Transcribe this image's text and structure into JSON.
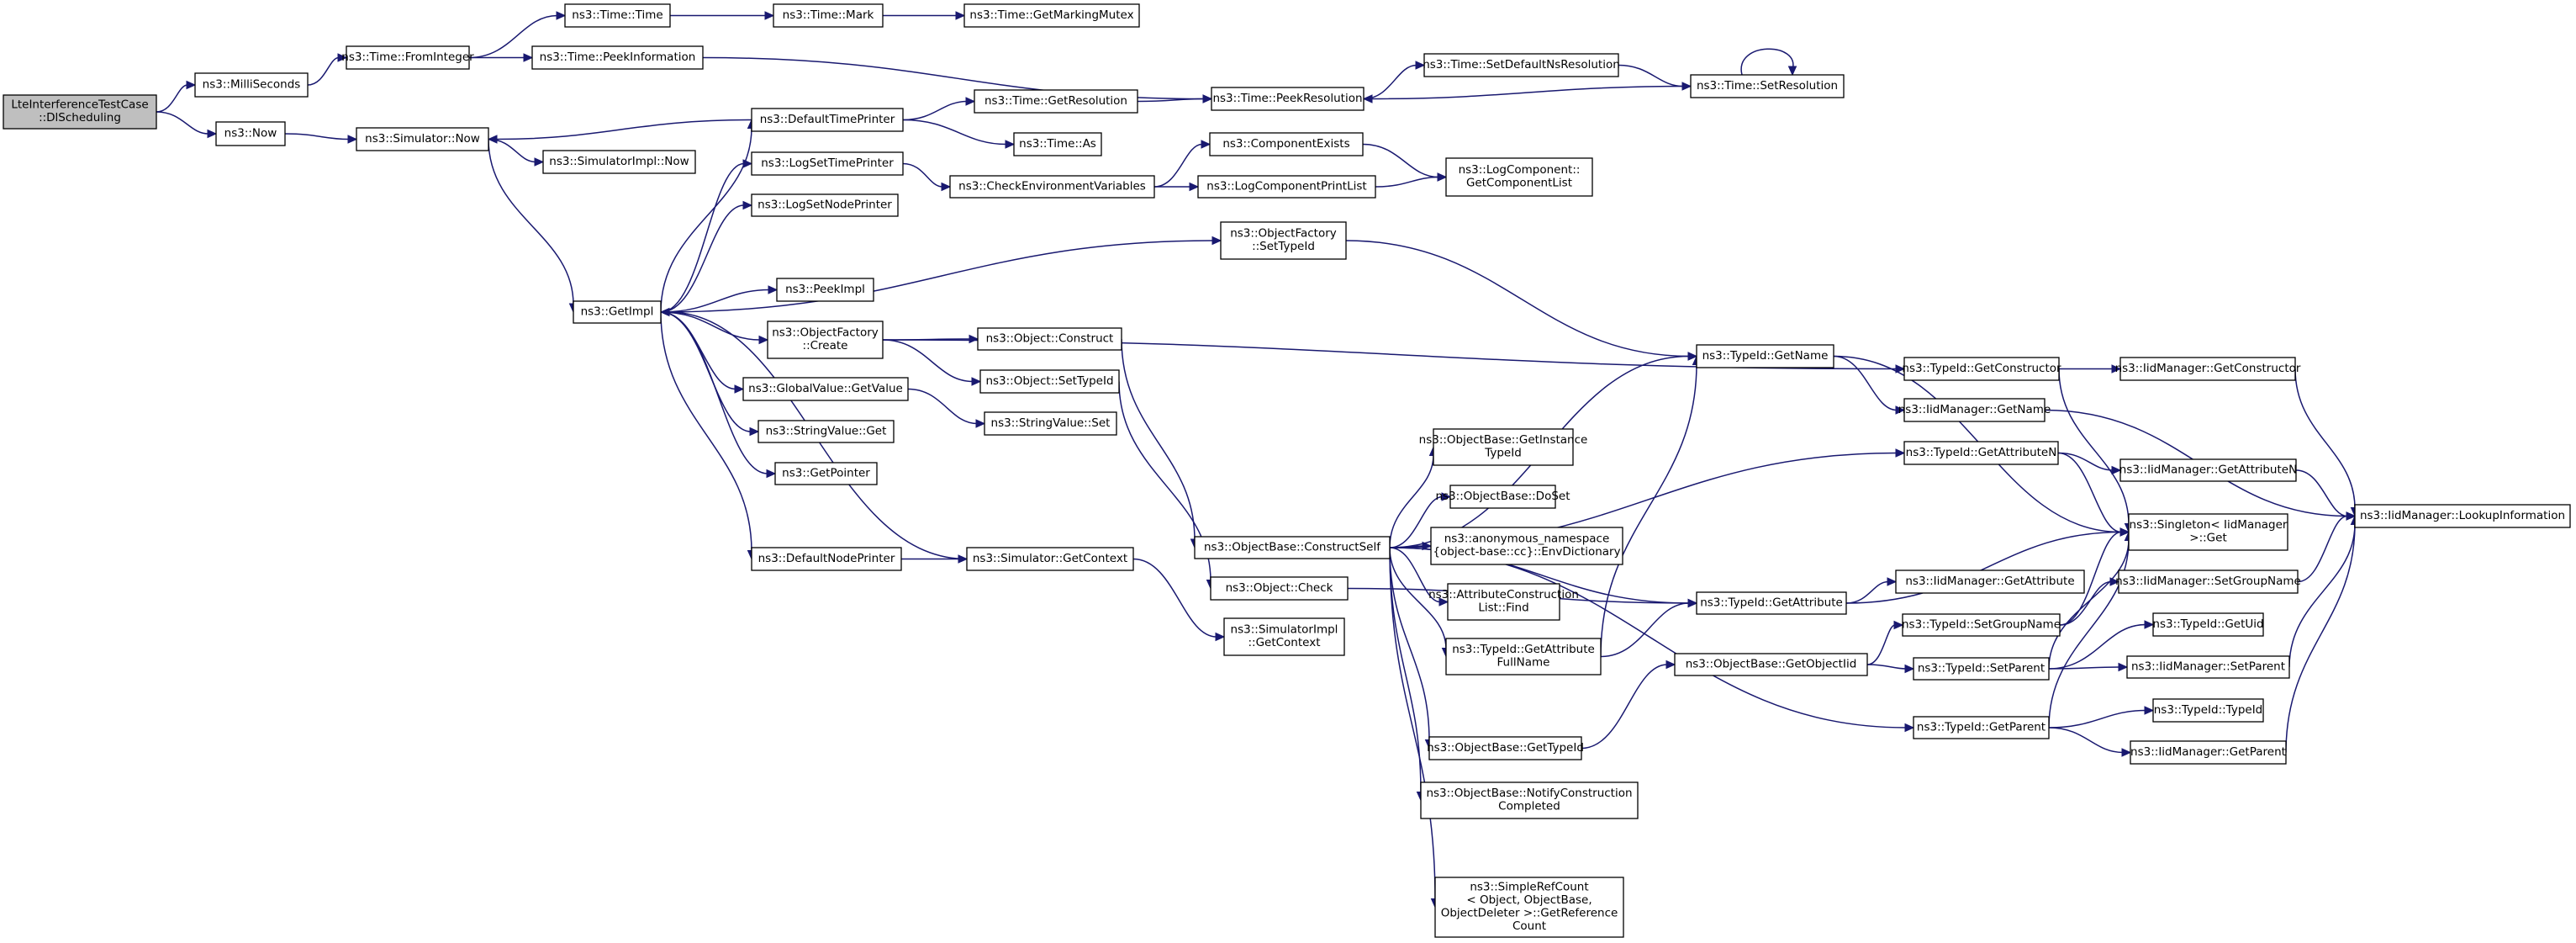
{
  "diagram": {
    "colors": {
      "edge": "#191970",
      "root_fill": "#bfbfbf",
      "node_fill": "#ffffff",
      "node_border": "#000000"
    },
    "nodes": [
      {
        "id": "lte",
        "lines": [
          "LteInterferenceTestCase",
          "::DlScheduling"
        ],
        "root": true
      },
      {
        "id": "milli",
        "lines": [
          "ns3::MilliSeconds"
        ]
      },
      {
        "id": "now",
        "lines": [
          "ns3::Now"
        ]
      },
      {
        "id": "fromint",
        "lines": [
          "ns3::Time::FromInteger"
        ]
      },
      {
        "id": "timetime",
        "lines": [
          "ns3::Time::Time"
        ]
      },
      {
        "id": "peekinfo",
        "lines": [
          "ns3::Time::PeekInformation"
        ]
      },
      {
        "id": "mark",
        "lines": [
          "ns3::Time::Mark"
        ]
      },
      {
        "id": "getmark",
        "lines": [
          "ns3::Time::GetMarkingMutex"
        ]
      },
      {
        "id": "peekres",
        "lines": [
          "ns3::Time::PeekResolution"
        ]
      },
      {
        "id": "setdefns",
        "lines": [
          "ns3::Time::SetDefaultNsResolution"
        ]
      },
      {
        "id": "setres",
        "lines": [
          "ns3::Time::SetResolution"
        ]
      },
      {
        "id": "simnow",
        "lines": [
          "ns3::Simulator::Now"
        ]
      },
      {
        "id": "simimplnow",
        "lines": [
          "ns3::SimulatorImpl::Now"
        ]
      },
      {
        "id": "deftime",
        "lines": [
          "ns3::DefaultTimePrinter"
        ]
      },
      {
        "id": "getres",
        "lines": [
          "ns3::Time::GetResolution"
        ]
      },
      {
        "id": "timeas",
        "lines": [
          "ns3::Time::As"
        ]
      },
      {
        "id": "logsettime",
        "lines": [
          "ns3::LogSetTimePrinter"
        ]
      },
      {
        "id": "checkenv",
        "lines": [
          "ns3::CheckEnvironmentVariables"
        ]
      },
      {
        "id": "compexists",
        "lines": [
          "ns3::ComponentExists"
        ]
      },
      {
        "id": "logcompprint",
        "lines": [
          "ns3::LogComponentPrintList"
        ]
      },
      {
        "id": "logcompget",
        "lines": [
          "ns3::LogComponent::",
          "GetComponentList"
        ]
      },
      {
        "id": "logsetnode",
        "lines": [
          "ns3::LogSetNodePrinter"
        ]
      },
      {
        "id": "getimpl",
        "lines": [
          "ns3::GetImpl"
        ]
      },
      {
        "id": "ofsettype",
        "lines": [
          "ns3::ObjectFactory",
          "::SetTypeId"
        ]
      },
      {
        "id": "peekimpl",
        "lines": [
          "ns3::PeekImpl"
        ]
      },
      {
        "id": "ofcreate",
        "lines": [
          "ns3::ObjectFactory",
          "::Create"
        ]
      },
      {
        "id": "objconstruct",
        "lines": [
          "ns3::Object::Construct"
        ]
      },
      {
        "id": "objsettype",
        "lines": [
          "ns3::Object::SetTypeId"
        ]
      },
      {
        "id": "gvgetvalue",
        "lines": [
          "ns3::GlobalValue::GetValue"
        ]
      },
      {
        "id": "svget",
        "lines": [
          "ns3::StringValue::Get"
        ]
      },
      {
        "id": "svset",
        "lines": [
          "ns3::StringValue::Set"
        ]
      },
      {
        "id": "getpointer",
        "lines": [
          "ns3::GetPointer"
        ]
      },
      {
        "id": "defnode",
        "lines": [
          "ns3::DefaultNodePrinter"
        ]
      },
      {
        "id": "simgetctx",
        "lines": [
          "ns3::Simulator::GetContext"
        ]
      },
      {
        "id": "simimplgetctx",
        "lines": [
          "ns3::SimulatorImpl",
          "::GetContext"
        ]
      },
      {
        "id": "objcheck",
        "lines": [
          "ns3::Object::Check"
        ]
      },
      {
        "id": "obconstructself",
        "lines": [
          "ns3::ObjectBase::ConstructSelf"
        ]
      },
      {
        "id": "obgetinst",
        "lines": [
          "ns3::ObjectBase::GetInstance",
          "TypeId"
        ]
      },
      {
        "id": "obdoset",
        "lines": [
          "ns3::ObjectBase::DoSet"
        ]
      },
      {
        "id": "anonenv",
        "lines": [
          "ns3::anonymous_namespace",
          "{object-base::cc}::EnvDictionary"
        ]
      },
      {
        "id": "acfind",
        "lines": [
          "ns3::AttributeConstruction",
          "List::Find"
        ]
      },
      {
        "id": "tidgetattrfull",
        "lines": [
          "ns3::TypeId::GetAttribute",
          "FullName"
        ]
      },
      {
        "id": "obgettypeid",
        "lines": [
          "ns3::ObjectBase::GetTypeId"
        ]
      },
      {
        "id": "obnotify",
        "lines": [
          "ns3::ObjectBase::NotifyConstruction",
          "Completed"
        ]
      },
      {
        "id": "srcgetref",
        "lines": [
          "ns3::SimpleRefCount",
          "< Object, ObjectBase,",
          "ObjectDeleter >::GetReference",
          "Count"
        ]
      },
      {
        "id": "tidgetname",
        "lines": [
          "ns3::TypeId::GetName"
        ]
      },
      {
        "id": "tidgetctor",
        "lines": [
          "ns3::TypeId::GetConstructor"
        ]
      },
      {
        "id": "iidgetname",
        "lines": [
          "ns3::IidManager::GetName"
        ]
      },
      {
        "id": "tidgetattrn",
        "lines": [
          "ns3::TypeId::GetAttributeN"
        ]
      },
      {
        "id": "tidgetattr",
        "lines": [
          "ns3::TypeId::GetAttribute"
        ]
      },
      {
        "id": "obgetobjtid",
        "lines": [
          "ns3::ObjectBase::GetObjectIid"
        ]
      },
      {
        "id": "tidsetgroup",
        "lines": [
          "ns3::TypeId::SetGroupName"
        ]
      },
      {
        "id": "tidsetparent",
        "lines": [
          "ns3::TypeId::SetParent"
        ]
      },
      {
        "id": "tidgetparent",
        "lines": [
          "ns3::TypeId::GetParent"
        ]
      },
      {
        "id": "iidgetattr",
        "lines": [
          "ns3::IidManager::GetAttribute"
        ]
      },
      {
        "id": "iidgetctor",
        "lines": [
          "ns3::IidManager::GetConstructor"
        ]
      },
      {
        "id": "iidgetattrn",
        "lines": [
          "ns3::IidManager::GetAttributeN"
        ]
      },
      {
        "id": "singleton",
        "lines": [
          "ns3::Singleton< IidManager",
          ">::Get"
        ]
      },
      {
        "id": "iidsetgroup",
        "lines": [
          "ns3::IidManager::SetGroupName"
        ]
      },
      {
        "id": "tidgetuid",
        "lines": [
          "ns3::TypeId::GetUid"
        ]
      },
      {
        "id": "iidsetparent",
        "lines": [
          "ns3::IidManager::SetParent"
        ]
      },
      {
        "id": "tidtypeid",
        "lines": [
          "ns3::TypeId::TypeId"
        ]
      },
      {
        "id": "iidgetparent",
        "lines": [
          "ns3::IidManager::GetParent"
        ]
      },
      {
        "id": "iidlookup",
        "lines": [
          "ns3::IidManager::LookupInformation"
        ]
      }
    ],
    "edges": [
      [
        "lte",
        "milli"
      ],
      [
        "lte",
        "now"
      ],
      [
        "milli",
        "fromint"
      ],
      [
        "fromint",
        "timetime"
      ],
      [
        "fromint",
        "peekinfo"
      ],
      [
        "timetime",
        "mark"
      ],
      [
        "mark",
        "getmark"
      ],
      [
        "peekinfo",
        "peekres"
      ],
      [
        "peekres",
        "setdefns"
      ],
      [
        "setdefns",
        "setres"
      ],
      [
        "setres",
        "setres"
      ],
      [
        "setres",
        "peekres"
      ],
      [
        "now",
        "simnow"
      ],
      [
        "simnow",
        "simimplnow"
      ],
      [
        "simnow",
        "getimpl"
      ],
      [
        "deftime",
        "simnow"
      ],
      [
        "deftime",
        "getres"
      ],
      [
        "deftime",
        "timeas"
      ],
      [
        "getres",
        "peekres"
      ],
      [
        "logsettime",
        "checkenv"
      ],
      [
        "checkenv",
        "compexists"
      ],
      [
        "checkenv",
        "logcompprint"
      ],
      [
        "compexists",
        "logcompget"
      ],
      [
        "logcompprint",
        "logcompget"
      ],
      [
        "getimpl",
        "deftime"
      ],
      [
        "getimpl",
        "logsettime"
      ],
      [
        "getimpl",
        "logsetnode"
      ],
      [
        "getimpl",
        "ofsettype"
      ],
      [
        "getimpl",
        "peekimpl"
      ],
      [
        "getimpl",
        "ofcreate"
      ],
      [
        "getimpl",
        "gvgetvalue"
      ],
      [
        "getimpl",
        "svget"
      ],
      [
        "getimpl",
        "getpointer"
      ],
      [
        "getimpl",
        "defnode"
      ],
      [
        "simgetctx",
        "getimpl"
      ],
      [
        "ofsettype",
        "tidgetname"
      ],
      [
        "ofcreate",
        "objconstruct"
      ],
      [
        "ofcreate",
        "objsettype"
      ],
      [
        "ofcreate",
        "tidgetctor"
      ],
      [
        "gvgetvalue",
        "svset"
      ],
      [
        "defnode",
        "simgetctx"
      ],
      [
        "simgetctx",
        "simimplgetctx"
      ],
      [
        "objconstruct",
        "obconstructself"
      ],
      [
        "objsettype",
        "objcheck"
      ],
      [
        "objcheck",
        "tidgetattr"
      ],
      [
        "obconstructself",
        "tidgetname"
      ],
      [
        "obconstructself",
        "tidgetattrn"
      ],
      [
        "obconstructself",
        "obgetinst"
      ],
      [
        "obconstructself",
        "obdoset"
      ],
      [
        "obconstructself",
        "anonenv"
      ],
      [
        "obconstructself",
        "acfind"
      ],
      [
        "obconstructself",
        "tidgetattrfull"
      ],
      [
        "obconstructself",
        "tidgetattr"
      ],
      [
        "obconstructself",
        "obgettypeid"
      ],
      [
        "obconstructself",
        "obnotify"
      ],
      [
        "obconstructself",
        "srcgetref"
      ],
      [
        "obconstructself",
        "tidgetparent"
      ],
      [
        "tidgetattrfull",
        "tidgetname"
      ],
      [
        "tidgetattrfull",
        "tidgetattr"
      ],
      [
        "obgettypeid",
        "obgetobjtid"
      ],
      [
        "obgetobjtid",
        "tidsetgroup"
      ],
      [
        "obgetobjtid",
        "tidsetparent"
      ],
      [
        "tidgetname",
        "iidgetname"
      ],
      [
        "tidgetname",
        "singleton"
      ],
      [
        "tidgetctor",
        "iidgetctor"
      ],
      [
        "tidgetctor",
        "singleton"
      ],
      [
        "iidgetname",
        "iidlookup"
      ],
      [
        "tidgetattrn",
        "iidgetattrn"
      ],
      [
        "tidgetattrn",
        "singleton"
      ],
      [
        "tidgetattr",
        "iidgetattr"
      ],
      [
        "tidgetattr",
        "singleton"
      ],
      [
        "tidsetgroup",
        "iidsetgroup"
      ],
      [
        "tidsetgroup",
        "singleton"
      ],
      [
        "tidsetparent",
        "tidgetuid"
      ],
      [
        "tidsetparent",
        "iidsetparent"
      ],
      [
        "tidsetparent",
        "singleton"
      ],
      [
        "tidgetparent",
        "tidtypeid"
      ],
      [
        "tidgetparent",
        "iidgetparent"
      ],
      [
        "tidgetparent",
        "singleton"
      ],
      [
        "iidgetctor",
        "iidlookup"
      ],
      [
        "iidgetattrn",
        "iidlookup"
      ],
      [
        "iidsetgroup",
        "iidlookup"
      ],
      [
        "iidsetparent",
        "iidlookup"
      ],
      [
        "iidgetparent",
        "iidlookup"
      ]
    ]
  }
}
